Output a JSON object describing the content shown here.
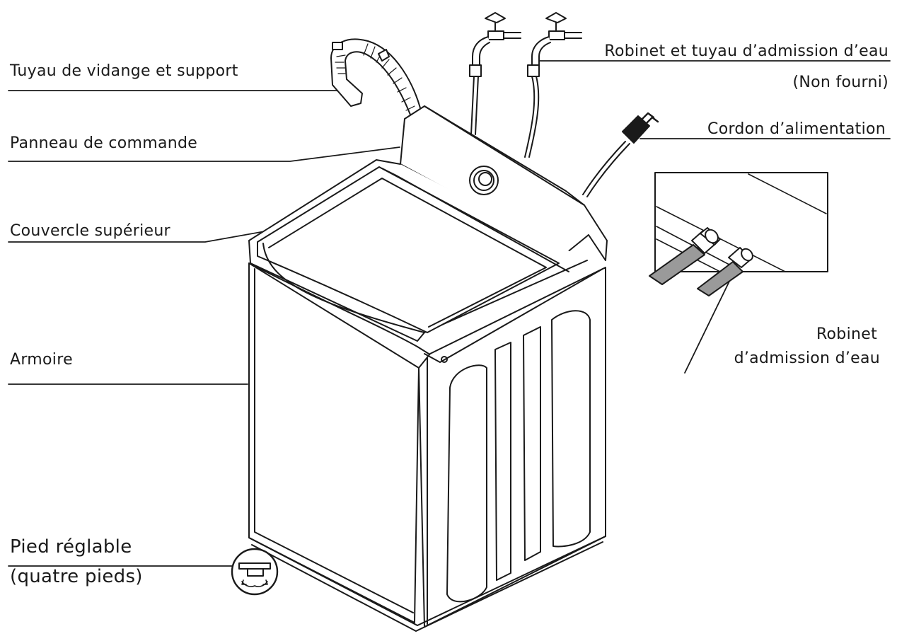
{
  "colors": {
    "ink": "#1a1a1a",
    "background": "#ffffff",
    "hose_fill": "#9a9a9a"
  },
  "labels": {
    "drain_hose": "Tuyau de vidange et support",
    "control_panel": "Panneau de commande",
    "top_lid": "Couvercle supérieur",
    "cabinet": "Armoire",
    "foot_line1": "Pied réglable",
    "foot_line2": "(quatre pieds)",
    "inlet_hose_line1": "Robinet et tuyau d’admission d’eau",
    "inlet_hose_line2": "(Non fourni)",
    "power_cord": "Cordon d’alimentation",
    "inlet_valve_line1": "Robinet",
    "inlet_valve_line2": "d’admission d’eau"
  },
  "icons": [
    "washing-machine-illustration",
    "water-tap-icon",
    "power-plug-icon",
    "adjustable-foot-icon",
    "inlet-valve-detail"
  ]
}
